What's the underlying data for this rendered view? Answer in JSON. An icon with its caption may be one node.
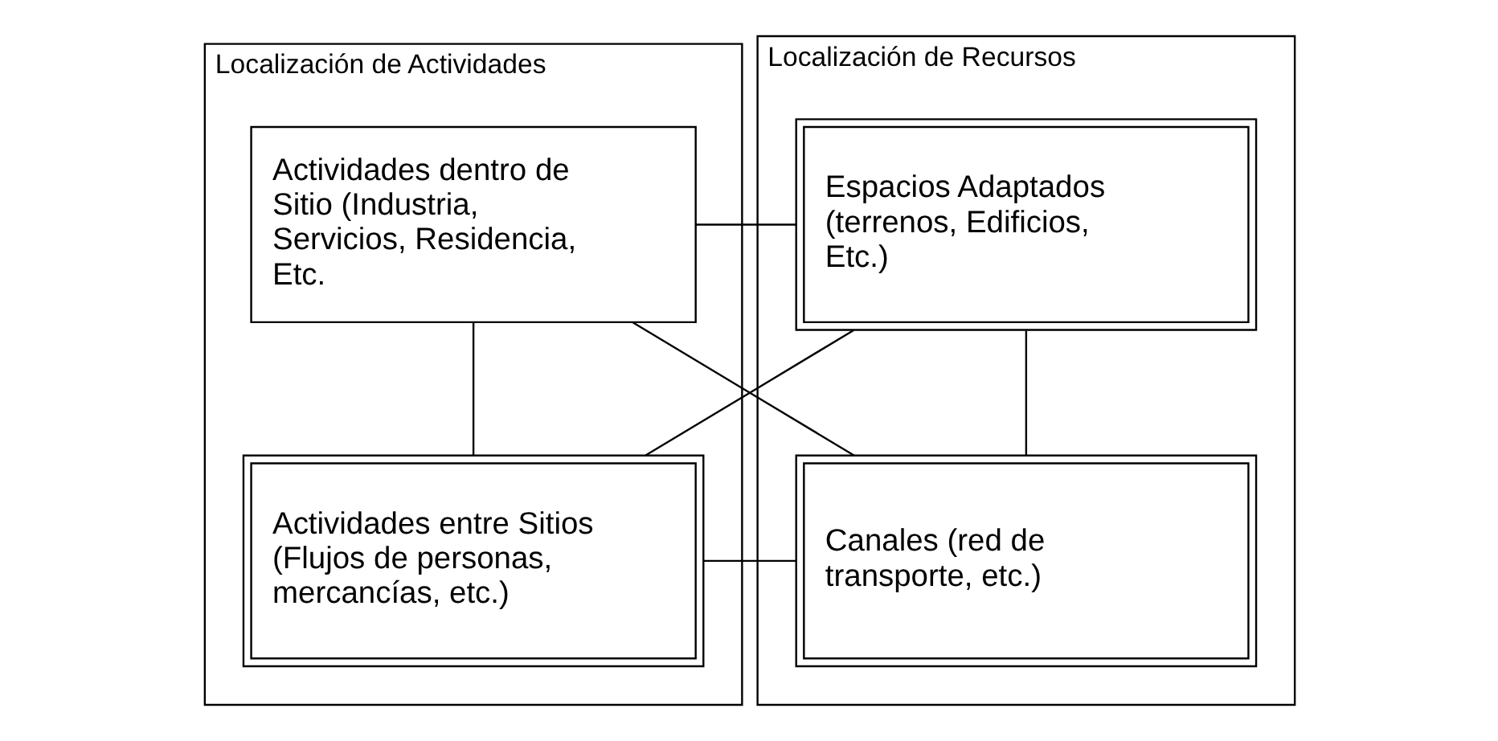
{
  "diagram": {
    "nodes": [
      {
        "text": [
          "Localización de Actividades"
        ]
      },
      {
        "text": [
          "Actividades dentro de Sitio (Industria, Servicios, Residencia, Etc."
        ],
        "in": 0
      },
      {
        "text": [
          "Actividades entre Sitios (Flujos de personas, mercancías, etc.)"
        ],
        "in": 0
      },
      {
        "text": [
          "Localización de Recursos"
        ]
      },
      {
        "text": [
          "Espacios Adaptados (terrenos, Edificios, Etc.)"
        ],
        "in": 3
      },
      {
        "text": [
          "Canales (red de transporte, etc.)"
        ],
        "in": 3
      }
    ],
    "edges": [
      {
        "from": 1,
        "to": 4,
        "arrow": "none"
      },
      {
        "from": 1,
        "to": 5,
        "arrow": "none"
      },
      {
        "from": 1,
        "to": 2,
        "arrow": "none"
      },
      {
        "from": 4,
        "to": 5,
        "arrow": "none"
      },
      {
        "from": 2,
        "to": 4,
        "arrow": "none"
      },
      {
        "from": 2,
        "to": 5,
        "arrow": "none"
      }
    ]
  }
}
